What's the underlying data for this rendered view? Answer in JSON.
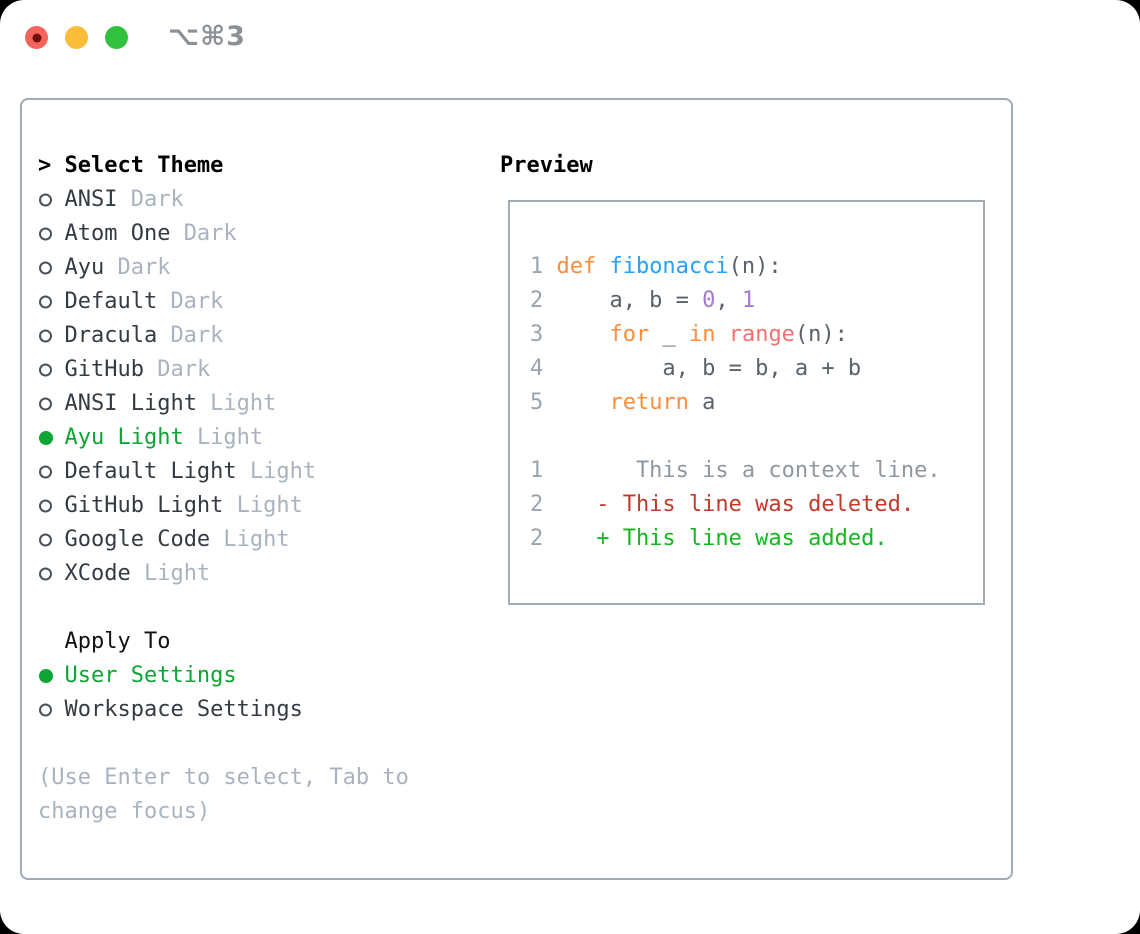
{
  "window": {
    "shortcut_label": "⌥⌘3",
    "traffic_lights": [
      {
        "name": "close",
        "color": "#f4645c",
        "dot": "#70100a"
      },
      {
        "name": "minimize",
        "color": "#f9bd39",
        "dot": ""
      },
      {
        "name": "zoom",
        "color": "#32c13e",
        "dot": ""
      }
    ]
  },
  "theme_selector": {
    "cursor": ">",
    "title": "Select Theme",
    "themes": [
      {
        "name": "ANSI",
        "variant": "Dark",
        "selected": false
      },
      {
        "name": "Atom One",
        "variant": "Dark",
        "selected": false
      },
      {
        "name": "Ayu",
        "variant": "Dark",
        "selected": false
      },
      {
        "name": "Default",
        "variant": "Dark",
        "selected": false
      },
      {
        "name": "Dracula",
        "variant": "Dark",
        "selected": false
      },
      {
        "name": "GitHub",
        "variant": "Dark",
        "selected": false
      },
      {
        "name": "ANSI Light",
        "variant": "Light",
        "selected": false
      },
      {
        "name": "Ayu Light",
        "variant": "Light",
        "selected": true
      },
      {
        "name": "Default Light",
        "variant": "Light",
        "selected": false
      },
      {
        "name": "GitHub Light",
        "variant": "Light",
        "selected": false
      },
      {
        "name": "Google Code",
        "variant": "Light",
        "selected": false
      },
      {
        "name": "XCode",
        "variant": "Light",
        "selected": false
      }
    ],
    "apply_to": {
      "title": "Apply To",
      "options": [
        {
          "label": "User Settings",
          "selected": true
        },
        {
          "label": "Workspace Settings",
          "selected": false
        }
      ]
    },
    "hint": "(Use Enter to select, Tab to change focus)"
  },
  "preview": {
    "title": "Preview",
    "palette": {
      "text": "#5a6169",
      "lineno": "#9aa4af",
      "keyword": "#fa8d3e",
      "function": "#2aa0f2",
      "number": "#a37acc",
      "builtin": "#f07171",
      "context": "#8f979f",
      "deleted": "#c23a2b",
      "added": "#14b81e"
    },
    "blocks": [
      {
        "lines": [
          {
            "num": "1",
            "tokens": [
              [
                "def ",
                "keyword"
              ],
              [
                "fibonacci",
                "function"
              ],
              [
                "(n):",
                "text"
              ]
            ]
          },
          {
            "num": "2",
            "tokens": [
              [
                "    a, b = ",
                "text"
              ],
              [
                "0",
                "number"
              ],
              [
                ", ",
                "text"
              ],
              [
                "1",
                "number"
              ]
            ]
          },
          {
            "num": "3",
            "tokens": [
              [
                "    ",
                "text"
              ],
              [
                "for",
                "keyword"
              ],
              [
                " _ ",
                "text"
              ],
              [
                "in",
                "keyword"
              ],
              [
                " ",
                "text"
              ],
              [
                "range",
                "builtin"
              ],
              [
                "(n):",
                "text"
              ]
            ]
          },
          {
            "num": "4",
            "tokens": [
              [
                "        a, b = b, a + b",
                "text"
              ]
            ]
          },
          {
            "num": "5",
            "tokens": [
              [
                "    ",
                "text"
              ],
              [
                "return",
                "keyword"
              ],
              [
                " a",
                "text"
              ]
            ]
          }
        ]
      },
      {
        "lines": [
          {
            "num": "1",
            "tokens": [
              [
                "      This is a context line.",
                "context"
              ]
            ]
          },
          {
            "num": "2",
            "tokens": [
              [
                "   - This line was deleted.",
                "deleted"
              ]
            ]
          },
          {
            "num": "2",
            "tokens": [
              [
                "   + This line was added.",
                "added"
              ]
            ]
          }
        ]
      }
    ]
  },
  "colors": {
    "selected_green": "#0da534",
    "panel_border": "#a2aab4",
    "muted": "#a9b3bf",
    "text_dark": "#343b43"
  }
}
